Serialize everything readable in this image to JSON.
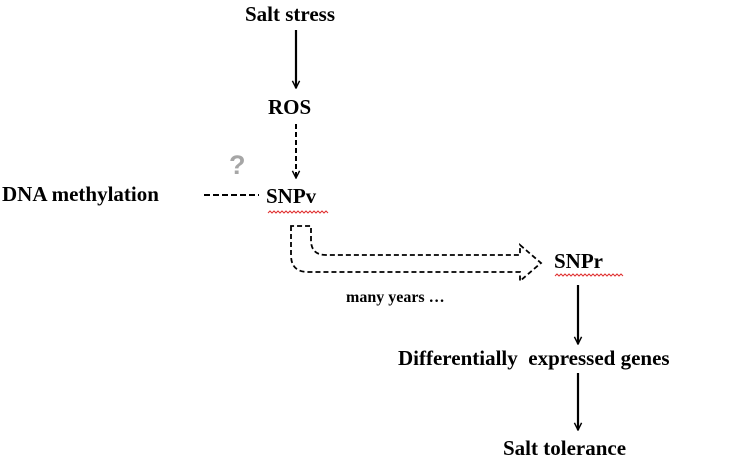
{
  "nodes": {
    "salt_stress": "Salt stress",
    "ros": "ROS",
    "dna_methylation": "DNA methylation",
    "snpv": "SNPv",
    "snpr": "SNPr",
    "diff_genes": "Differentially  expressed genes",
    "salt_tolerance": "Salt tolerance"
  },
  "annotations": {
    "question_mark": "?",
    "time_note": "many years …"
  },
  "colors": {
    "text": "#000000",
    "question_mark": "#a6a6a6",
    "spellcheck_underline": "#e03030"
  },
  "edges": [
    {
      "from": "Salt stress",
      "to": "ROS",
      "style": "solid-arrow"
    },
    {
      "from": "ROS",
      "to": "SNPv",
      "style": "dashed-arrow"
    },
    {
      "from": "DNA methylation",
      "to": "SNPv",
      "style": "dashed-line"
    },
    {
      "from": "SNPv",
      "to": "SNPr",
      "style": "dashed-outline-block-arrow"
    },
    {
      "from": "SNPr",
      "to": "Differentially  expressed genes",
      "style": "solid-arrow"
    },
    {
      "from": "Differentially  expressed genes",
      "to": "Salt tolerance",
      "style": "solid-arrow"
    }
  ]
}
